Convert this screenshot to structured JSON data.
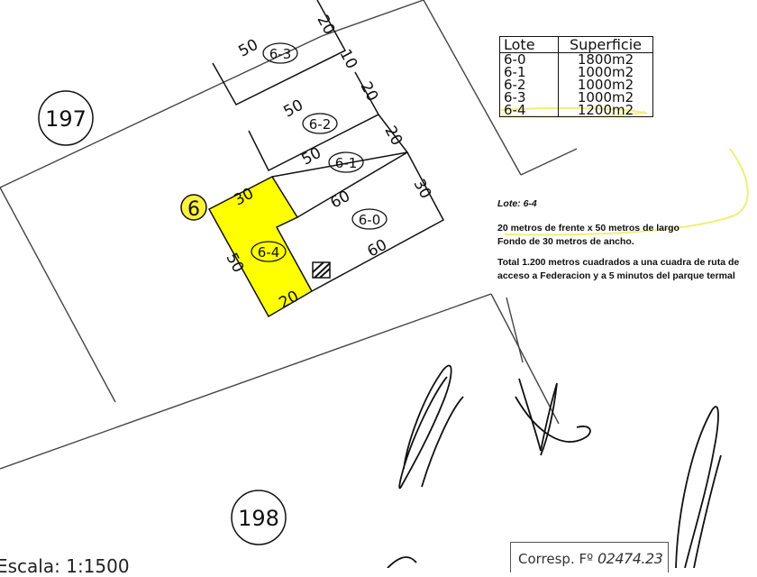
{
  "table": {
    "headers": [
      "Lote",
      "Superficie"
    ],
    "rows": [
      {
        "lote": "6-0",
        "superficie": "1800m2"
      },
      {
        "lote": "6-1",
        "superficie": "1000m2"
      },
      {
        "lote": "6-2",
        "superficie": "1000m2"
      },
      {
        "lote": "6-3",
        "superficie": "1000m2"
      },
      {
        "lote": "6-4",
        "superficie": "1200m2"
      }
    ]
  },
  "description": {
    "lot_title": "Lote: 6-4",
    "line1": "20 metros de frente x 50 metros de largo",
    "line2": "Fondo de 30 metros de ancho.",
    "total": "Total 1.200 metros cuadrados a una cuadra de ruta de acceso a Federacion y a 5 minutos del parque termal"
  },
  "blocks": {
    "b197": "197",
    "b198": "198",
    "b6": "6"
  },
  "lots": {
    "l63": "6-3",
    "l62": "6-2",
    "l61": "6-1",
    "l60": "6-0",
    "l64": "6-4"
  },
  "dimensions": {
    "d50a": "50",
    "d20a": "20",
    "d10": "10",
    "d20b": "20",
    "d50b": "50",
    "d20c": "20",
    "d50c": "50",
    "d60a": "60",
    "d30a": "30",
    "d60b": "60",
    "d30b": "30",
    "d50d": "50",
    "d20d": "20"
  },
  "footer": {
    "scale": "Escala: 1:1500",
    "corresp_label": "Corresp. Fº",
    "corresp_number": "02474.23"
  },
  "colors": {
    "highlight": "#ffff00",
    "block6": "#fff23a"
  }
}
